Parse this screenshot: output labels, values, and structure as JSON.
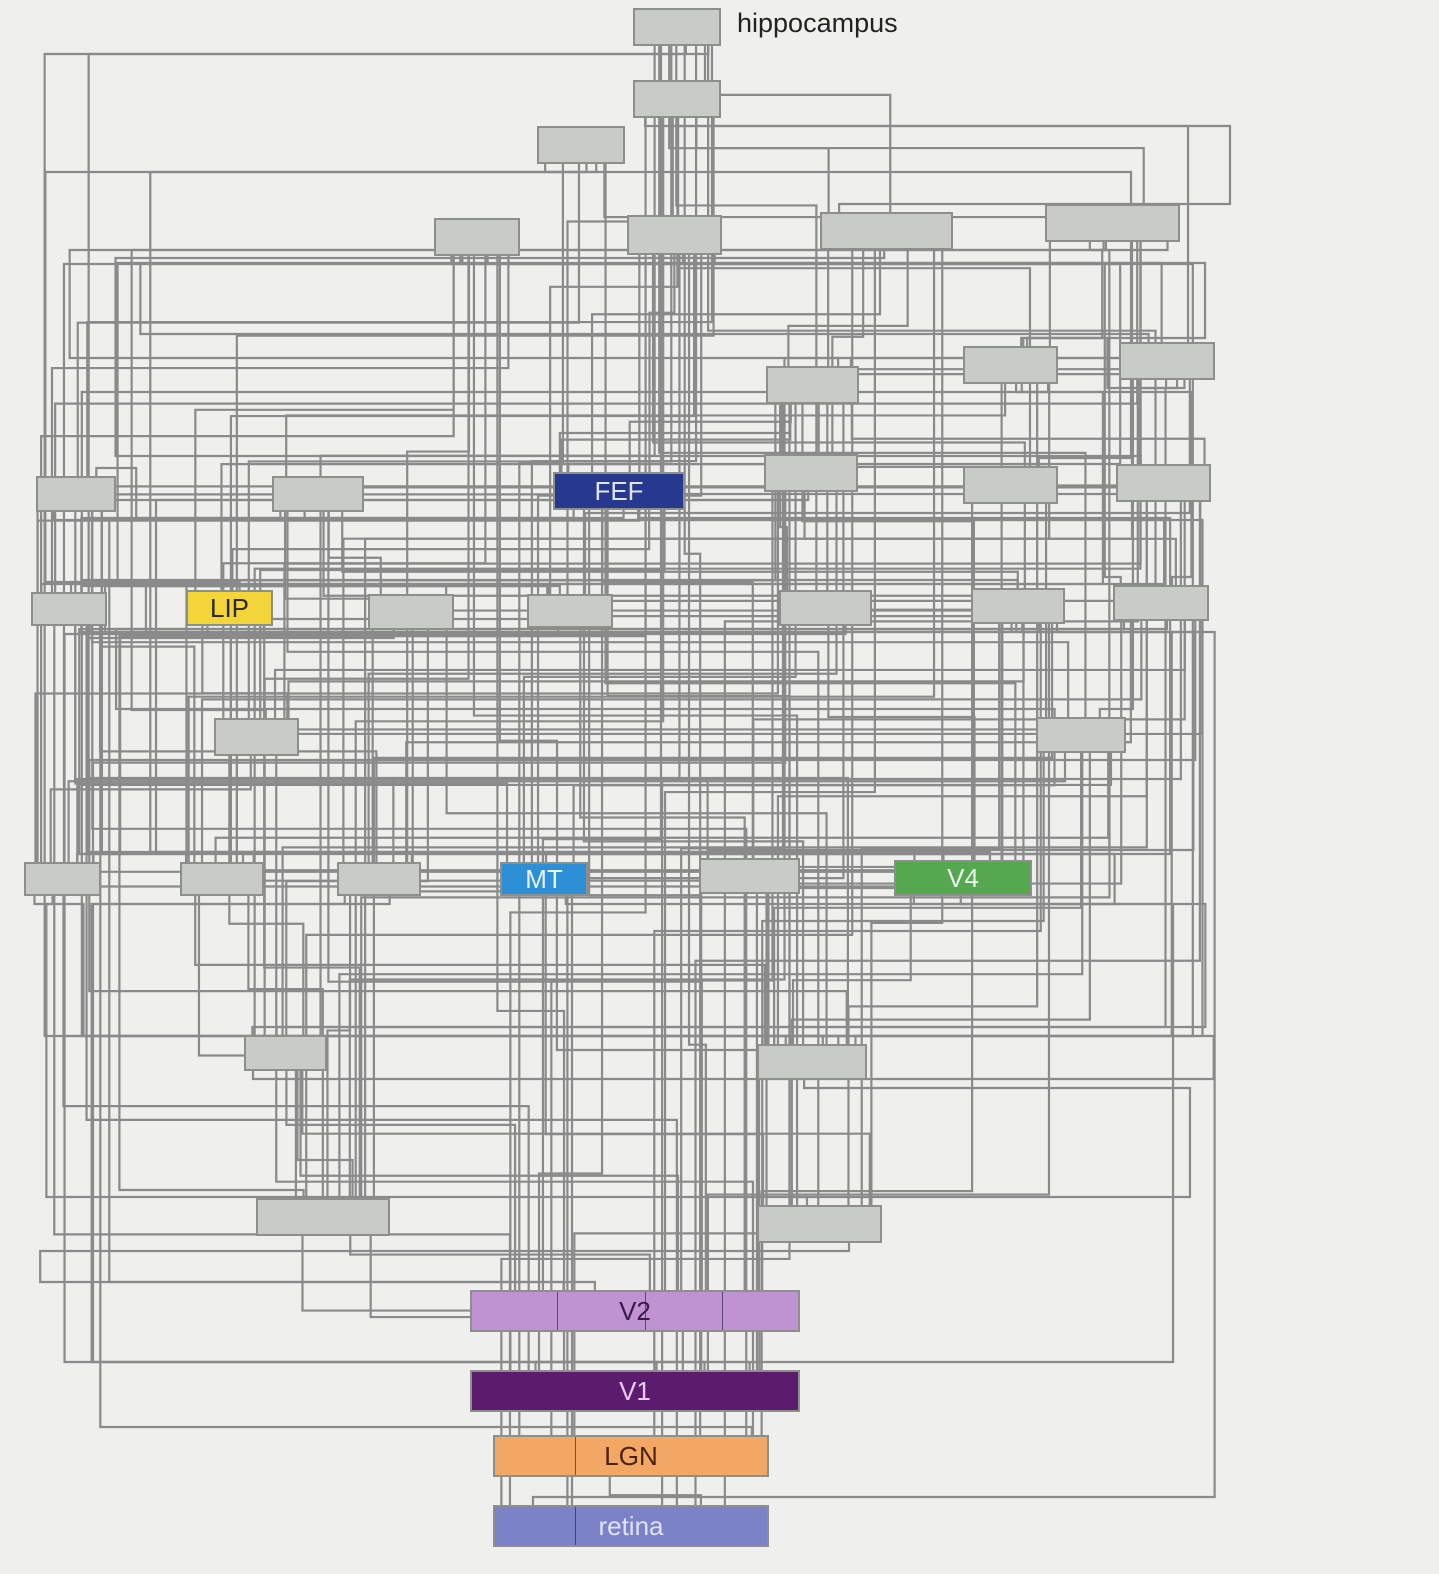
{
  "areas": {
    "hippocampus": "hippocampus",
    "fef": "FEF",
    "lip": "LIP",
    "mt": "MT",
    "v4": "V4",
    "v2": "V2",
    "v1": "V1",
    "lgn": "LGN",
    "retina": "retina"
  },
  "colors": {
    "fef": "#26398f",
    "lip": "#f3d53a",
    "mt": "#2d8fd6",
    "v4": "#55a84f",
    "v2": "#bf92d1",
    "v1": "#5b1c6e",
    "lgn": "#f2a765",
    "retina": "#7b82c8",
    "unlabeled": "#c9cbc8",
    "connection": "#8a8a8a"
  }
}
